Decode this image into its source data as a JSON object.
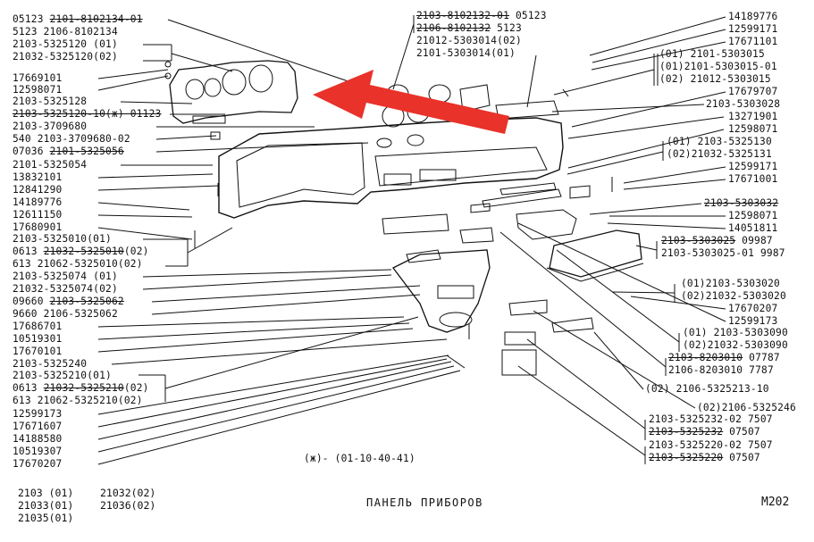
{
  "left_labels": [
    {
      "id": "l1",
      "parts": [
        {
          "t": "05123 "
        },
        {
          "t": "2101-8102134-01",
          "s": 1
        }
      ]
    },
    {
      "id": "l2",
      "parts": [
        {
          "t": "5123 2106-8102134"
        }
      ]
    },
    {
      "id": "l3",
      "parts": [
        {
          "t": "2103-5325120 (01)"
        }
      ]
    },
    {
      "id": "l4",
      "parts": [
        {
          "t": "21032-5325120(02)"
        }
      ]
    },
    {
      "id": "l5",
      "parts": [
        {
          "t": "17669101"
        }
      ]
    },
    {
      "id": "l6",
      "parts": [
        {
          "t": "12598071"
        }
      ]
    },
    {
      "id": "l7",
      "parts": [
        {
          "t": "2103-5325128"
        }
      ]
    },
    {
      "id": "l8",
      "parts": [
        {
          "t": "2103-5325120-10(ж) 01123",
          "s": 1
        }
      ]
    },
    {
      "id": "l9",
      "parts": [
        {
          "t": "2103-3709680"
        }
      ]
    },
    {
      "id": "l10",
      "parts": [
        {
          "t": "540 2103-3709680-02"
        }
      ]
    },
    {
      "id": "l11",
      "parts": [
        {
          "t": "07036 "
        },
        {
          "t": "2101-5325056",
          "s": 1
        }
      ]
    },
    {
      "id": "l12",
      "parts": [
        {
          "t": "2101-5325054"
        }
      ]
    },
    {
      "id": "l13",
      "parts": [
        {
          "t": "13832101"
        }
      ]
    },
    {
      "id": "l14",
      "parts": [
        {
          "t": "12841290"
        }
      ]
    },
    {
      "id": "l15",
      "parts": [
        {
          "t": "14189776"
        }
      ]
    },
    {
      "id": "l16",
      "parts": [
        {
          "t": "12611150"
        }
      ]
    },
    {
      "id": "l17",
      "parts": [
        {
          "t": "17680901"
        }
      ]
    },
    {
      "id": "l18",
      "parts": [
        {
          "t": "2103-5325010(01)"
        }
      ]
    },
    {
      "id": "l19",
      "parts": [
        {
          "t": "0613 "
        },
        {
          "t": "21032-5325010",
          "s": 1
        },
        {
          "t": "(02)"
        }
      ]
    },
    {
      "id": "l20",
      "parts": [
        {
          "t": "613 21062-5325010(02)"
        }
      ]
    },
    {
      "id": "l21",
      "parts": [
        {
          "t": "2103-5325074 (01)"
        }
      ]
    },
    {
      "id": "l22",
      "parts": [
        {
          "t": "21032-5325074(02)"
        }
      ]
    },
    {
      "id": "l23",
      "parts": [
        {
          "t": "09660 "
        },
        {
          "t": "2103-5325062",
          "s": 1
        }
      ]
    },
    {
      "id": "l24",
      "parts": [
        {
          "t": "9660 2106-5325062"
        }
      ]
    },
    {
      "id": "l25",
      "parts": [
        {
          "t": "17686701"
        }
      ]
    },
    {
      "id": "l26",
      "parts": [
        {
          "t": "10519301"
        }
      ]
    },
    {
      "id": "l27",
      "parts": [
        {
          "t": "17670101"
        }
      ]
    },
    {
      "id": "l28",
      "parts": [
        {
          "t": "2103-5325240"
        }
      ]
    },
    {
      "id": "l29",
      "parts": [
        {
          "t": "2103-5325210(01)"
        }
      ]
    },
    {
      "id": "l30",
      "parts": [
        {
          "t": "0613 "
        },
        {
          "t": "21032-5325210",
          "s": 1
        },
        {
          "t": "(02)"
        }
      ]
    },
    {
      "id": "l31",
      "parts": [
        {
          "t": "613 21062-5325210(02)"
        }
      ]
    },
    {
      "id": "l32",
      "parts": [
        {
          "t": "12599173"
        }
      ]
    },
    {
      "id": "l33",
      "parts": [
        {
          "t": "17671607"
        }
      ]
    },
    {
      "id": "l34",
      "parts": [
        {
          "t": "14188580"
        }
      ]
    },
    {
      "id": "l35",
      "parts": [
        {
          "t": "10519307"
        }
      ]
    },
    {
      "id": "l36",
      "parts": [
        {
          "t": "17670207"
        }
      ]
    }
  ],
  "top_labels": [
    {
      "id": "t1",
      "parts": [
        {
          "t": "2103-8102132-01",
          "s": 1
        },
        {
          "t": " 05123"
        }
      ]
    },
    {
      "id": "t2",
      "parts": [
        {
          "t": "2106-8102132",
          "s": 1
        },
        {
          "t": "       5123"
        }
      ]
    },
    {
      "id": "t3",
      "parts": [
        {
          "t": "21012-5303014(02)"
        }
      ]
    },
    {
      "id": "t4",
      "parts": [
        {
          "t": "2101-5303014(01)"
        }
      ]
    }
  ],
  "right_labels": [
    {
      "id": "r1",
      "parts": [
        {
          "t": "14189776"
        }
      ]
    },
    {
      "id": "r2",
      "parts": [
        {
          "t": "12599171"
        }
      ]
    },
    {
      "id": "r3",
      "parts": [
        {
          "t": "17671101"
        }
      ]
    },
    {
      "id": "r4",
      "parts": [
        {
          "t": "(01)   2101-5303015"
        }
      ]
    },
    {
      "id": "r5",
      "parts": [
        {
          "t": "(01)2101-5303015-01"
        }
      ]
    },
    {
      "id": "r6",
      "parts": [
        {
          "t": "(02)  21012-5303015"
        }
      ]
    },
    {
      "id": "r7",
      "parts": [
        {
          "t": "17679707"
        }
      ]
    },
    {
      "id": "r8",
      "parts": [
        {
          "t": "2103-5303028"
        }
      ]
    },
    {
      "id": "r9",
      "parts": [
        {
          "t": "13271901"
        }
      ]
    },
    {
      "id": "r10",
      "parts": [
        {
          "t": "12598071"
        }
      ]
    },
    {
      "id": "r11",
      "parts": [
        {
          "t": "(01)  2103-5325130"
        }
      ]
    },
    {
      "id": "r12",
      "parts": [
        {
          "t": "(02)21032-5325131"
        }
      ]
    },
    {
      "id": "r13",
      "parts": [
        {
          "t": "12599171"
        }
      ]
    },
    {
      "id": "r14",
      "parts": [
        {
          "t": "17671001"
        }
      ]
    },
    {
      "id": "r15",
      "parts": [
        {
          "t": "2103-5303032",
          "s": 1
        }
      ]
    },
    {
      "id": "r16",
      "parts": [
        {
          "t": "12598071"
        }
      ]
    },
    {
      "id": "r17",
      "parts": [
        {
          "t": "14051811"
        }
      ]
    },
    {
      "id": "r18",
      "parts": [
        {
          "t": "2103-5303025",
          "s": 1
        },
        {
          "t": " 09987"
        }
      ]
    },
    {
      "id": "r19",
      "parts": [
        {
          "t": "2103-5303025-01 9987"
        }
      ]
    },
    {
      "id": "r20",
      "parts": [
        {
          "t": "(01)2103-5303020"
        }
      ]
    },
    {
      "id": "r21",
      "parts": [
        {
          "t": "(02)21032-5303020"
        }
      ]
    },
    {
      "id": "r22",
      "parts": [
        {
          "t": "17670207"
        }
      ]
    },
    {
      "id": "r23",
      "parts": [
        {
          "t": "12599173"
        }
      ]
    },
    {
      "id": "r24",
      "parts": [
        {
          "t": "(01) 2103-5303090"
        }
      ]
    },
    {
      "id": "r25",
      "parts": [
        {
          "t": "(02)21032-5303090"
        }
      ]
    },
    {
      "id": "r26",
      "parts": [
        {
          "t": "2103-8203010",
          "s": 1
        },
        {
          "t": " 07787"
        }
      ]
    },
    {
      "id": "r27",
      "parts": [
        {
          "t": "2106-8203010   7787"
        }
      ]
    },
    {
      "id": "r28",
      "parts": [
        {
          "t": "(02) 2106-5325213-10"
        }
      ]
    },
    {
      "id": "r29",
      "parts": [
        {
          "t": "(02)2106-5325246"
        }
      ]
    },
    {
      "id": "r30",
      "parts": [
        {
          "t": "2103-5325232-02 7507"
        }
      ]
    },
    {
      "id": "r31",
      "parts": [
        {
          "t": "2103-5325232",
          "s": 1
        },
        {
          "t": "  07507"
        }
      ]
    },
    {
      "id": "r32",
      "parts": [
        {
          "t": "2103-5325220-02 7507"
        }
      ]
    },
    {
      "id": "r33",
      "parts": [
        {
          "t": "2103-5325220",
          "s": 1
        },
        {
          "t": " 07507"
        }
      ]
    }
  ],
  "note": "(ж)- (01-10-40-41)",
  "models_left": [
    "2103 (01)",
    "21033(01)",
    "21035(01)"
  ],
  "models_right": [
    "21032(02)",
    "21036(02)"
  ],
  "title": "ПАНЕЛЬ  ПРИБОРОВ",
  "page_code": "М202",
  "colors": {
    "ink": "#111111",
    "arrow": "#e8322a",
    "background": "#ffffff"
  }
}
